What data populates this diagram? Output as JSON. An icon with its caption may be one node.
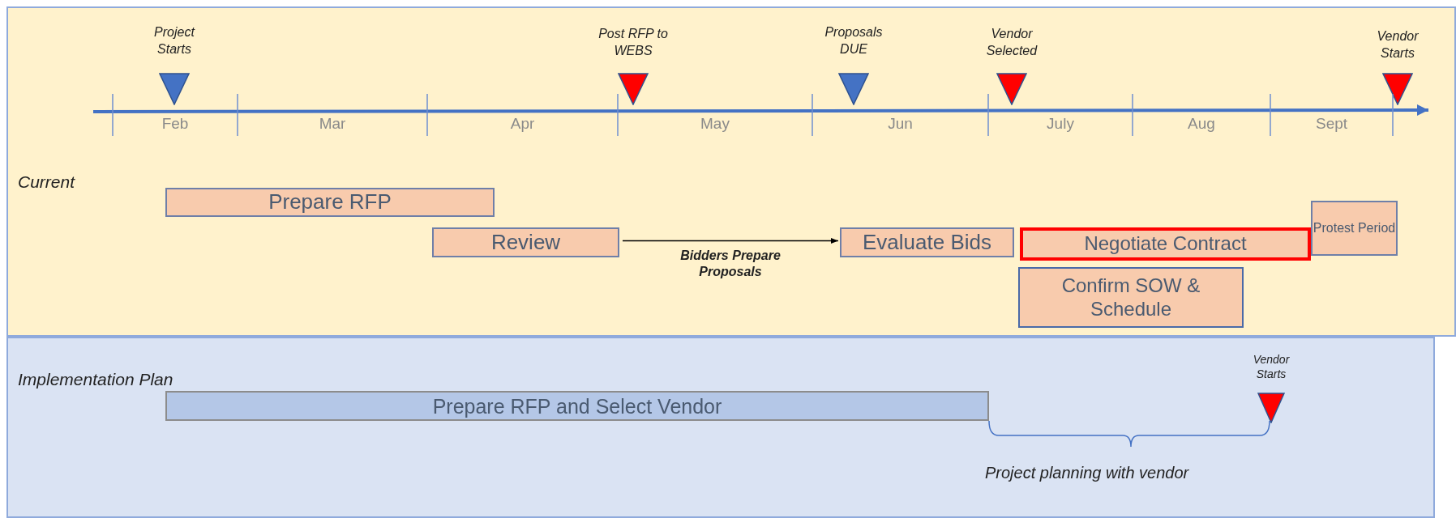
{
  "diagram": {
    "nodes": [
      {
        "text": [
          "Current"
        ]
      },
      {
        "text": [
          "Project Starts"
        ],
        "in": 0
      },
      {
        "text": [
          "Post RFP to WEBS"
        ],
        "in": 0
      },
      {
        "text": [
          "Proposals DUE"
        ],
        "in": 0
      },
      {
        "text": [
          "Vendor Selected"
        ],
        "in": 0
      },
      {
        "text": [
          "Vendor Starts"
        ],
        "in": 0
      },
      {
        "text": [
          "Prepare RFP"
        ],
        "in": 0
      },
      {
        "text": [
          "Review"
        ],
        "in": 0
      },
      {
        "text": [
          "Evaluate Bids"
        ],
        "in": 0
      },
      {
        "text": [
          "Negotiate Contract"
        ],
        "in": 0
      },
      {
        "text": [
          "Protest Period"
        ],
        "in": 0
      },
      {
        "text": [
          "Confirm SOW & Schedule"
        ],
        "in": 0
      },
      {
        "text": [
          "Implementation Plan"
        ]
      },
      {
        "text": [
          "Prepare RFP and Select Vendor"
        ],
        "in": 12
      },
      {
        "text": [
          "Vendor Starts"
        ],
        "in": 12
      }
    ],
    "edges": [
      {
        "from": 7,
        "to": 8,
        "arrow": "to",
        "label": "Bidders Prepare Proposals"
      }
    ],
    "labels": [
      "Feb",
      "Mar",
      "Apr",
      "May",
      "Jun",
      "July",
      "Aug",
      "Sept",
      "Project planning with vendor"
    ]
  }
}
